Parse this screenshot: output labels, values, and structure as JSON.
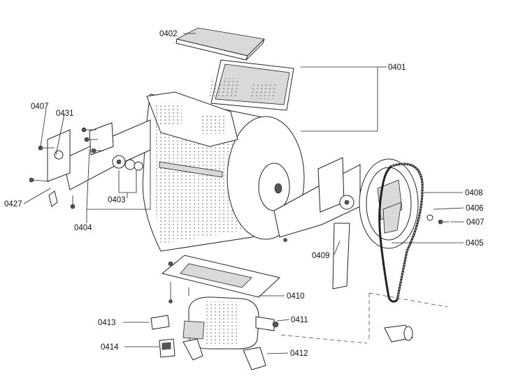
{
  "labels": {
    "p0401": "0401",
    "p0402": "0402",
    "p0403": "0403",
    "p0404": "0404",
    "p0405": "0405",
    "p0406": "0406",
    "p0407a": "0407",
    "p0407b": "0407",
    "p0408": "0408",
    "p0409": "0409",
    "p0410": "0410",
    "p0411": "0411",
    "p0412": "0412",
    "p0413": "0413",
    "p0414": "0414",
    "p0427": "0427",
    "p0431": "0431"
  }
}
